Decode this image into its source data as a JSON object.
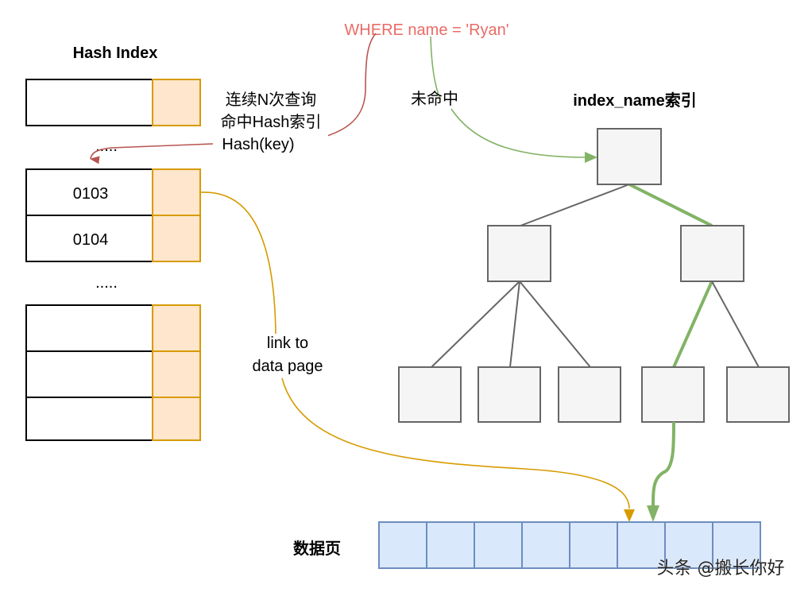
{
  "query": {
    "text": "WHERE name = 'Ryan'"
  },
  "hash_index": {
    "title": "Hash Index",
    "ellipsis_top": ".....",
    "ellipsis_mid": ".....",
    "group1": [
      {
        "key": ""
      }
    ],
    "group2": [
      {
        "key": "0103"
      },
      {
        "key": "0104"
      }
    ],
    "group3": [
      {
        "key": ""
      },
      {
        "key": ""
      },
      {
        "key": ""
      }
    ]
  },
  "hash_hit": {
    "line1": "连续N次查询",
    "line2": "命中Hash索引",
    "line3": "Hash(key)"
  },
  "miss_label": "未命中",
  "btree": {
    "title": "index_name索引",
    "levels": [
      1,
      2,
      5
    ]
  },
  "link_label": {
    "line1": "link to",
    "line2": "data page"
  },
  "data_page": {
    "title": "数据页",
    "cells": 8
  },
  "watermark": "头条 @搬长你好",
  "colors": {
    "hash_key_fill": "#FFE6CC",
    "hash_key_stroke": "#D79B00",
    "query_red": "#EA6B66",
    "hash_arrow": "#B85450",
    "miss_green": "#82B366",
    "node_fill": "#F5F5F5",
    "node_stroke": "#666666",
    "page_fill": "#DAE8FC",
    "page_stroke": "#6C8EBF",
    "link_orange": "#D79B00"
  }
}
